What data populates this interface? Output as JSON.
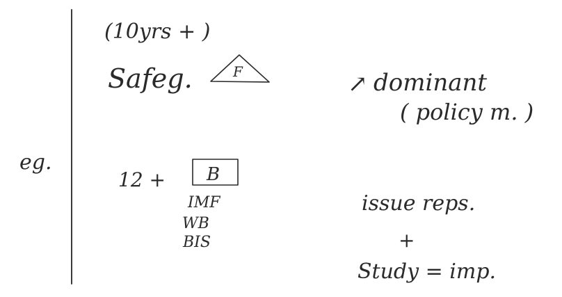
{
  "notes": {
    "margin_label": "eg.",
    "left_column": {
      "duration": "(10yrs + )",
      "safeguard": "Safeg.",
      "triangle_letter": "F",
      "count": "12 +",
      "box_letter": "B",
      "orgs": [
        "IMF",
        "WB",
        "BIS"
      ]
    },
    "right_column": {
      "arrow": "↗",
      "dominant": "dominant",
      "policy": "( policy m. )",
      "issue_reps": "issue reps.",
      "plus": "+",
      "study_imp": "Study = imp."
    }
  }
}
